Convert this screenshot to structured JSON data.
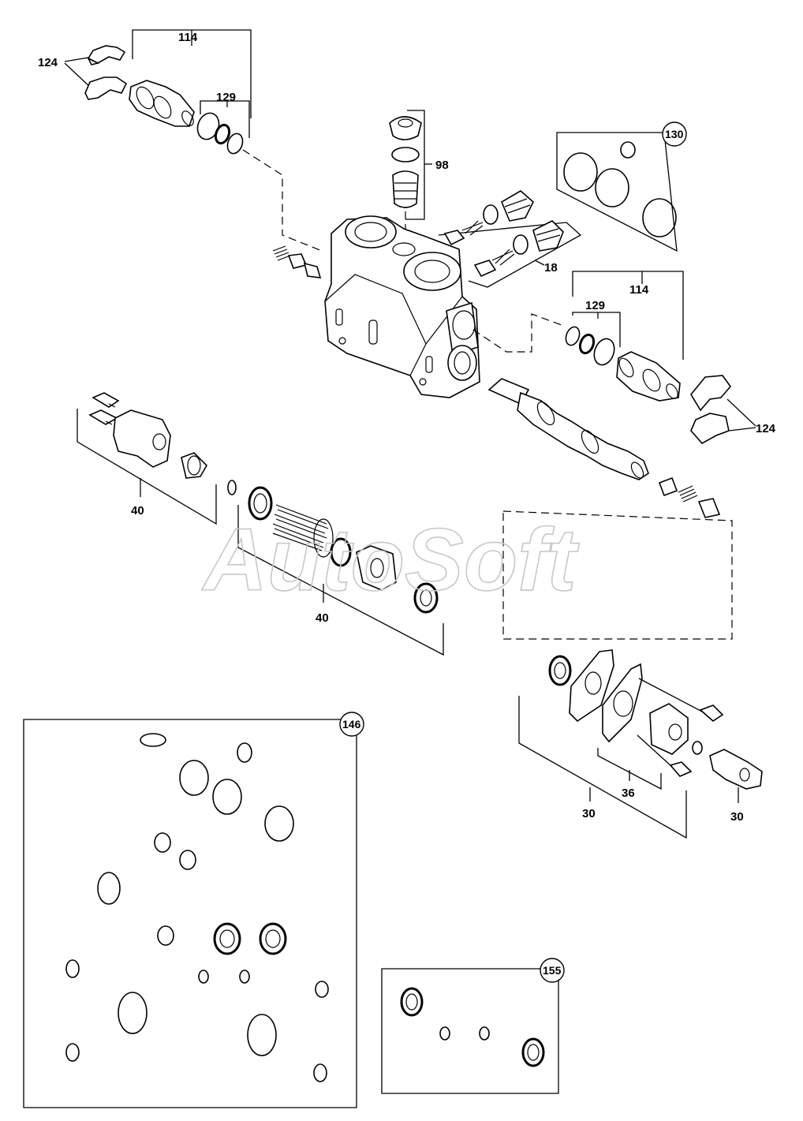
{
  "watermark": "AutoSoft",
  "callouts": {
    "c114_top": "114",
    "c124_top": "124",
    "c129_top": "129",
    "c98": "98",
    "c130": "130",
    "c18": "18",
    "c114_right": "114",
    "c129_right": "129",
    "c124_right": "124",
    "c40_left": "40",
    "c40_mid": "40",
    "c30_left": "30",
    "c36": "36",
    "c30_right": "30",
    "c146": "146",
    "c155": "155"
  },
  "colors": {
    "line": "#000000",
    "background": "#ffffff",
    "watermark": "#c8c8c8"
  }
}
